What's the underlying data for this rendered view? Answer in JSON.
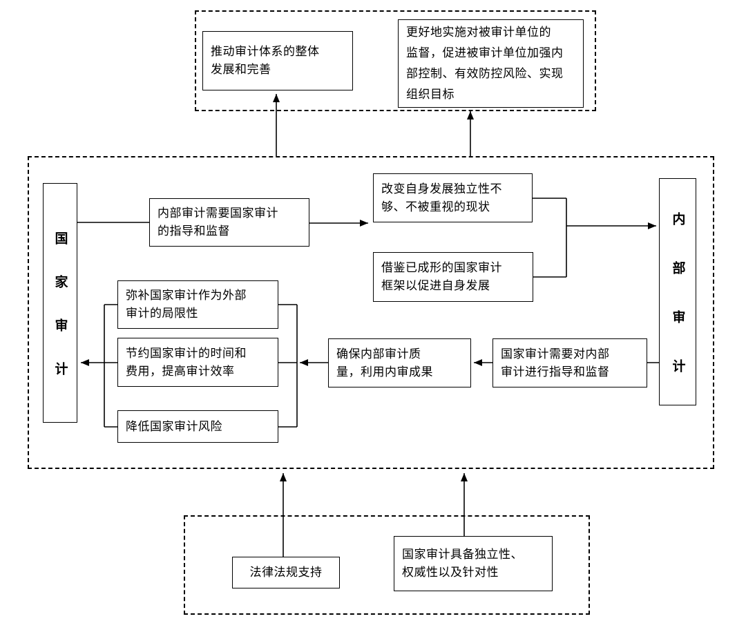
{
  "colors": {
    "line": "#000000",
    "background": "#ffffff",
    "text": "#000000"
  },
  "nodes": {
    "promote_system": "推动审计体系的整体\n发展和完善",
    "better_supervision": "更好地实施对被审计单位的\n监督，促进被审计单位加强内\n部控制、有效防控风险、实现\n组织目标",
    "state_audit": "国家审计",
    "internal_audit": "内部审计",
    "need_guidance": "内部审计需要国家审计\n的指导和监督",
    "change_status": "改变自身发展独立性不\n够、不被重视的现状",
    "learn_framework": "借鉴已成形的国家审计\n框架以促进自身发展",
    "compensate_limitation": "弥补国家审计作为外部\n审计的局限性",
    "save_time_cost": "节约国家审计的时间和\n费用，提高审计效率",
    "reduce_risk": "降低国家审计风险",
    "ensure_quality": "确保内部审计质\n量，利用内审成果",
    "state_guide_internal": "国家审计需要对内部\n审计进行指导和监督",
    "legal_support": "法律法规支持",
    "independence": "国家审计具备独立性、\n权威性以及针对性"
  }
}
